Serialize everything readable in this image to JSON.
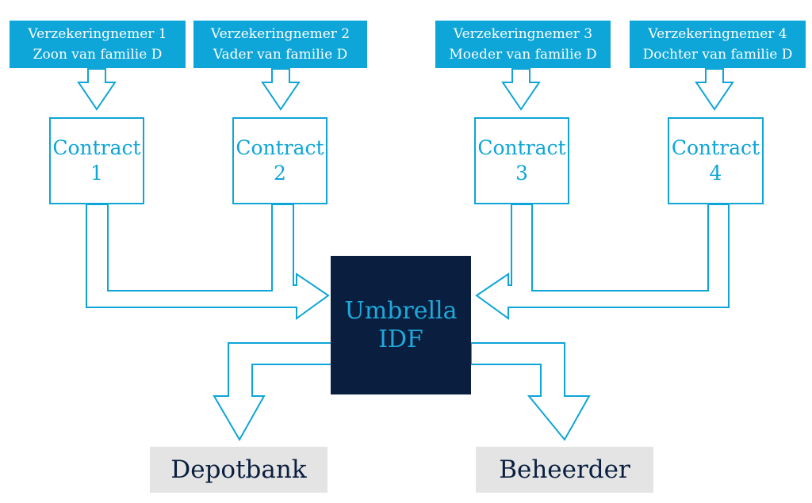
{
  "colors": {
    "accent": "#0ea5d8",
    "dark": "#0a1f3f",
    "grey": "#e4e4e4"
  },
  "holders": [
    {
      "line1": "Verzekeringnemer 1",
      "line2": "Zoon van familie D"
    },
    {
      "line1": "Verzekeringnemer 2",
      "line2": "Vader van familie D"
    },
    {
      "line1": "Verzekeringnemer 3",
      "line2": "Moeder van familie D"
    },
    {
      "line1": "Verzekeringnemer 4",
      "line2": "Dochter van familie D"
    }
  ],
  "contracts": [
    {
      "line1": "Contract",
      "line2": "1"
    },
    {
      "line1": "Contract",
      "line2": "2"
    },
    {
      "line1": "Contract",
      "line2": "3"
    },
    {
      "line1": "Contract",
      "line2": "4"
    }
  ],
  "umbrella": {
    "line1": "Umbrella",
    "line2": "IDF"
  },
  "targets": {
    "depotbank": "Depotbank",
    "beheerder": "Beheerder"
  }
}
